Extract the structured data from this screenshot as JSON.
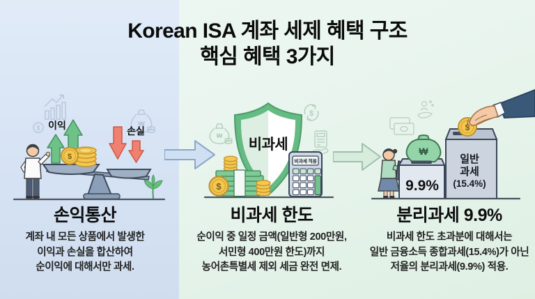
{
  "title": {
    "line1": "Korean ISA 계좌 세제 혜택 구조",
    "line2": "핵심 혜택 3가지"
  },
  "symbols": {
    "dollar": "$",
    "won": "₩"
  },
  "panels": [
    {
      "heading": "손익통산",
      "labels": {
        "profit": "이익",
        "loss": "손실"
      },
      "body_lines": [
        "계좌 내 모든 상품에서 발생한",
        "이익과 손실을 합산하여",
        "순이익에 대해서만 과세."
      ]
    },
    {
      "heading": "비과세 한도",
      "labels": {
        "shield": "비과세",
        "calculator_display": "비과세 적용"
      },
      "body_lines": [
        "순이익 중 일정 금액(일반형 200만원,",
        "서민형 400만원 한도)까지",
        "농어촌특별세 제외 세금 완전 면제."
      ]
    },
    {
      "heading": "분리과세 9.9%",
      "labels": {
        "separate_rate": "9.9%",
        "general_tax": [
          "일반",
          "과세",
          "(15.4%)"
        ]
      },
      "body_lines": [
        "비과세 한도 초과분에 대해서는",
        "일반 금융소득 종합과세(15.4%)가 아닌",
        "저율의 분리과세(9.9%) 적용."
      ]
    }
  ],
  "colors": {
    "left_panel_bg": "#d8e4f3",
    "right_panel_bg": "#e4f3e8",
    "profit_arrow_green": "#6fc287",
    "loss_arrow_red": "#f0806f",
    "coin_gold": "#f4c84f",
    "shield_green": "#65bb83",
    "banknote_green": "#7fcb96",
    "tax_box_gray": "#ccd4e0",
    "suit_sleeve_navy": "#3a5878"
  }
}
